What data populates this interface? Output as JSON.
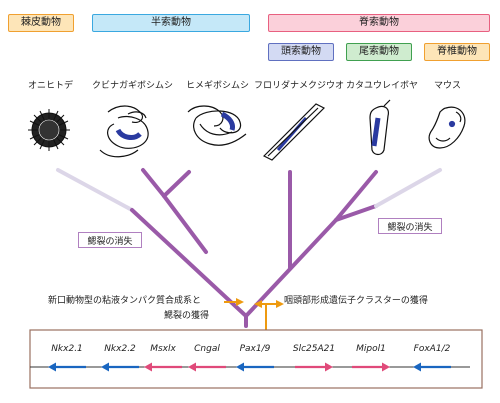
{
  "groups": {
    "echinoderms": {
      "label": "棘皮動物",
      "color": "#f0a030",
      "bg": "#fde5b8"
    },
    "hemichordates": {
      "label": "半索動物",
      "color": "#3aa8e0",
      "bg": "#c5e8f8"
    },
    "chordates": {
      "label": "脊索動物",
      "color": "#e86080",
      "bg": "#fbd0da"
    },
    "cephalochordates": {
      "label": "頭索動物",
      "color": "#6070c0",
      "bg": "#d3daf3"
    },
    "urochordates": {
      "label": "尾索動物",
      "color": "#40a050",
      "bg": "#cfeccf"
    },
    "vertebrates": {
      "label": "脊椎動物",
      "color": "#f0a030",
      "bg": "#fde5b8"
    }
  },
  "species": [
    "オニヒトデ",
    "クビナガギボシムシ",
    "ヒメギボシムシ",
    "フロリダナメクジウオ",
    "カタユウレイボヤ",
    "マウス"
  ],
  "events": {
    "gill_loss_left": "鰓裂の消失",
    "gill_loss_right": "鰓裂の消失",
    "deuterostome_line1": "新口動物型の粘液タンパク質合成系と",
    "deuterostome_line2": "鰓裂の獲得",
    "pharyngeal_cluster": "咽頭部形成遺伝子クラスターの獲得"
  },
  "genes": [
    {
      "name": "Nkx2.1",
      "direction": "left",
      "color": "#1a66c0"
    },
    {
      "name": "Nkx2.2",
      "direction": "left",
      "color": "#1a66c0"
    },
    {
      "name": "Msxlx",
      "direction": "left",
      "color": "#e04a7a"
    },
    {
      "name": "Cngal",
      "direction": "left",
      "color": "#e04a7a"
    },
    {
      "name": "Pax1/9",
      "direction": "left",
      "color": "#1a66c0"
    },
    {
      "name": "Slc25A21",
      "direction": "right",
      "color": "#e04a7a"
    },
    {
      "name": "Mipol1",
      "direction": "right",
      "color": "#e04a7a"
    },
    {
      "name": "FoxA1/2",
      "direction": "left",
      "color": "#1a66c0"
    }
  ],
  "colors": {
    "tree": "#9a5aa8",
    "tree_faded": "#dcd6e8",
    "arrow": "#ee9a10",
    "cluster_border": "#9a7060",
    "animal": "#2a3aa0"
  }
}
